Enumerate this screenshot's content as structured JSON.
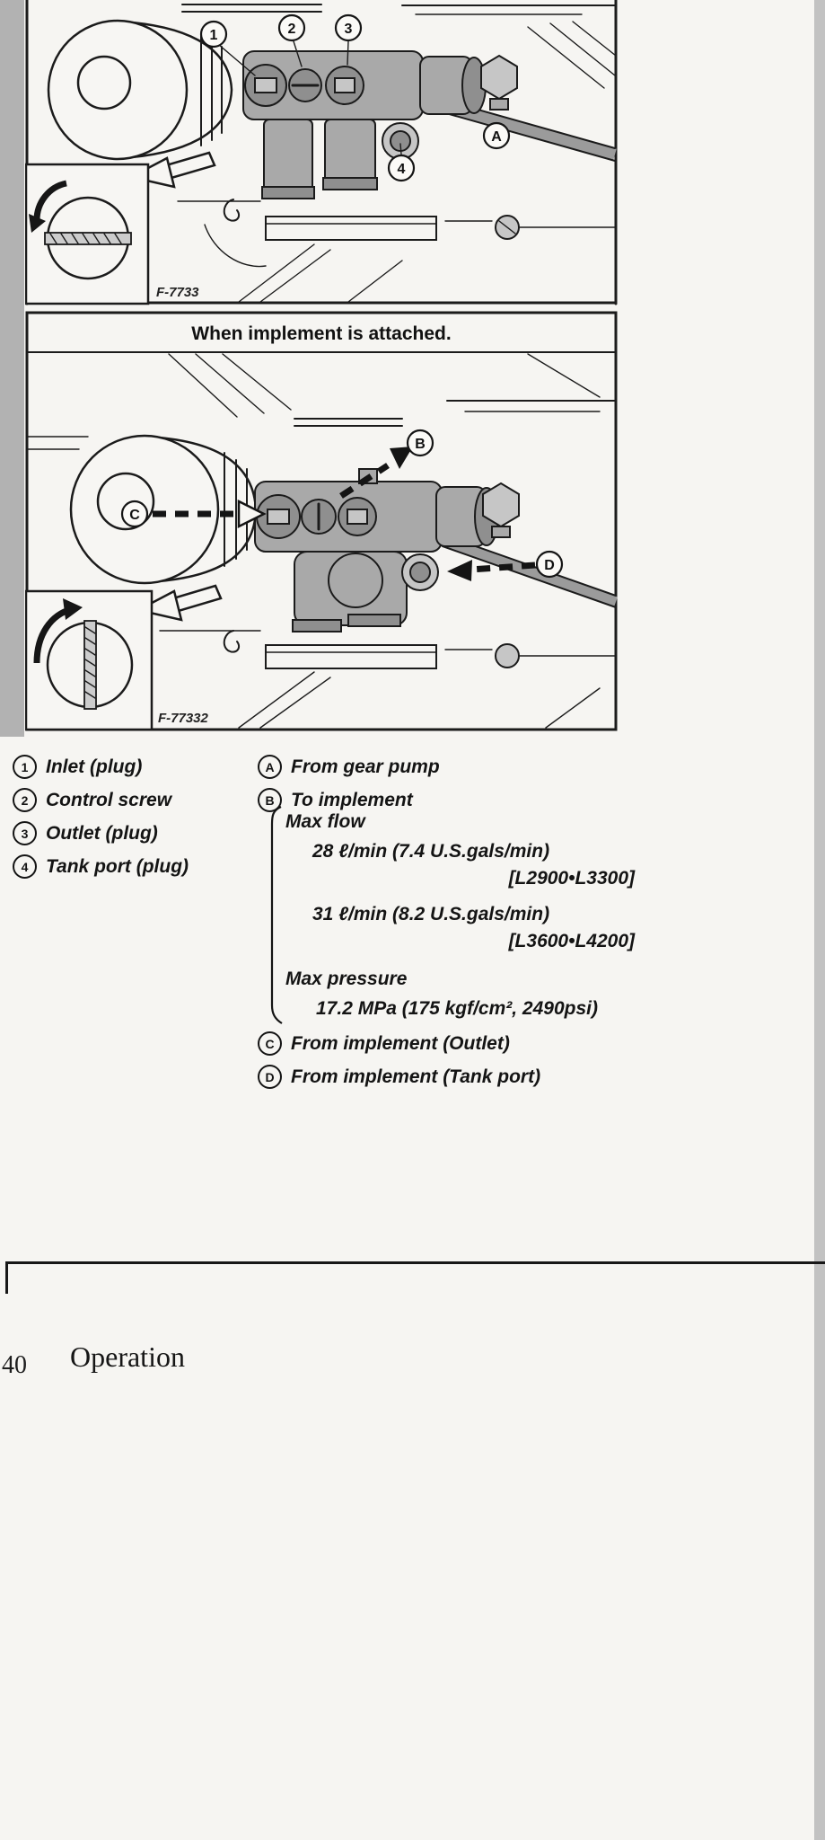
{
  "colors": {
    "paper": "#f6f5f2",
    "ink": "#1b1b1b",
    "metal_gray": "#a9a9a9",
    "scan_margin": "#b2b2b2"
  },
  "fig1": {
    "fig_label": "F-7733",
    "callouts": [
      "1",
      "2",
      "3",
      "4",
      "A"
    ]
  },
  "fig2": {
    "title": "When implement is attached.",
    "fig_label": "F-77332",
    "callouts": [
      "B",
      "C",
      "D"
    ]
  },
  "legend": {
    "numbered": [
      {
        "symbol": "1",
        "label": "Inlet (plug)"
      },
      {
        "symbol": "2",
        "label": "Control screw"
      },
      {
        "symbol": "3",
        "label": "Outlet (plug)"
      },
      {
        "symbol": "4",
        "label": "Tank port (plug)"
      }
    ],
    "lettered_top": [
      {
        "symbol": "A",
        "label": "From gear pump"
      },
      {
        "symbol": "B",
        "label": "To implement"
      }
    ],
    "spec": {
      "flow_heading": "Max flow",
      "flow_lines": [
        {
          "value": "28 ℓ/min (7.4 U.S.gals/min)",
          "models": "[L2900•L3300]"
        },
        {
          "value": "31 ℓ/min (8.2 U.S.gals/min)",
          "models": "[L3600•L4200]"
        }
      ],
      "pressure_heading": "Max pressure",
      "pressure_value": "17.2 MPa (175 kgf/cm², 2490psi)"
    },
    "lettered_bottom": [
      {
        "symbol": "C",
        "label": "From implement (Outlet)"
      },
      {
        "symbol": "D",
        "label": "From implement (Tank port)"
      }
    ]
  },
  "footer": {
    "page_number": "40",
    "section_title": "Operation"
  }
}
